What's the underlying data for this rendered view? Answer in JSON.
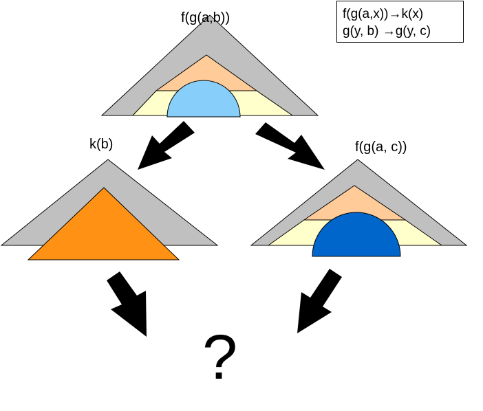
{
  "terms": {
    "root": "f(g(a,b))",
    "left": "k(b)",
    "right": "f(g(a, c))"
  },
  "rules": [
    "f(g(a,x))→k(x)",
    "g(y, b) →g(y, c)"
  ],
  "outcome": "?",
  "colors": {
    "outer": "#c0c0c0",
    "peach": "#ffcc99",
    "cream": "#ffffcc",
    "light_blue": "#87cefa",
    "orange": "#ff9214",
    "dark_blue": "#0066cc",
    "arrow": "#000000"
  }
}
